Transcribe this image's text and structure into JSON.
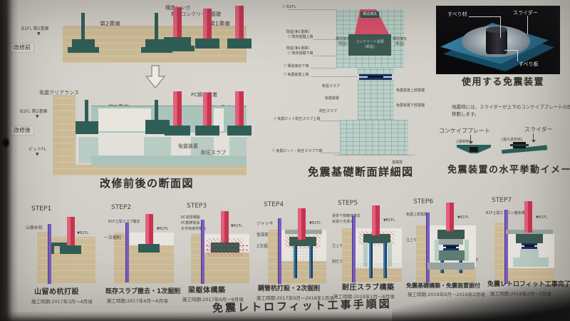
{
  "colors": {
    "poster_bg": "#d2cfc9",
    "soil_tan": "#cdbb97",
    "slab_teal": "#abc4bb",
    "foundation_dark_teal": "#2f5e56",
    "brick_red": "#c8344f",
    "pile_purple": "#7a5cc2",
    "steel_pile_blue": "#2c6090",
    "device_navy": "#17336b",
    "photo_plate_blue": "#2e7296"
  },
  "sec1": {
    "caption": "改修前後の断面図",
    "before": {
      "state": "改修前",
      "b1fl": "B1FL 第2書庫",
      "marker": "▼",
      "w2": "第2書庫",
      "w1": "第1書庫",
      "note1": "構造レンガ",
      "note2": "無筋コンクリート基礎"
    },
    "after": {
      "state": "改修後",
      "b1fl": "B1FL 第2書庫",
      "marker": "▼",
      "pitfl": "ピットFL",
      "clearance": "免震クリアランス",
      "pc": "PC鋼棒圧着",
      "w2": "第2書庫",
      "w1": "第1書庫",
      "device": "免震装置",
      "slab": "耐圧スラブ"
    }
  },
  "sec2": {
    "caption": "免震基礎断面詳細図",
    "l1": "▽ B1FL",
    "l2a": "既設(第1書庫)",
    "l2b": "▽ 既存基礎上端",
    "l3a": "既設(第1書庫)",
    "l3b": "▽ 既存基礎下端",
    "l4": "▽ 構造煉瓦下端",
    "l5": "▽ 免震装置上端",
    "l6": "▽ 免震ピット耐圧スラブ上端",
    "l7": "▽ 免震ピット・耐圧スラブ下端",
    "m1": "新設スラブ",
    "m2": "免震装置",
    "m3": "耐圧スラブ",
    "r1": "免震装置上部基礎",
    "r2": "免震装置下部基礎",
    "r3": "基礎梁",
    "cap_tag": "構造煉瓦",
    "beam1": "コンクリート受梁",
    "beam2": "(新設)",
    "side_l1": "構造煉瓦",
    "side_l2": "(既設)",
    "side_r1": "構造煉瓦",
    "side_r2": "(新設)"
  },
  "sec3": {
    "photo_caption": "使用する免震装置",
    "lbl_material": "すべり材",
    "lbl_slider": "スライダー",
    "lbl_plate": "すべり板",
    "note1": "地震時には、スライダーが上下のコンケイブプレートの間で振り子のように",
    "note2": "移動します。",
    "concave": "コンケイブプレート",
    "slider2": "スライダー",
    "normal": "[通常時]",
    "max": "[最大変形時]",
    "caption": "免震装置の水平挙動イメージ図"
  },
  "steps": {
    "title": "免震レトロフィット工事手順図",
    "items": [
      {
        "step": "STEP1",
        "name": "山留め杭打設",
        "period": "施工時期:2017年3月〜4月頃",
        "l1": "山留め杭",
        "fl": "▼B1FL"
      },
      {
        "step": "STEP2",
        "name": "既存スラブ撤去・1次掘削",
        "period": "施工時期:2017年4月〜6月頃",
        "l1": "B1F土間スラブ撤去",
        "l2": "一次掘削",
        "fl": "▼B1FL"
      },
      {
        "step": "STEP3",
        "name": "梁躯体構築",
        "period": "施工時期:2017年6月〜9月頃",
        "l1": "RC受梁構築",
        "l2": "PC鋼棒緊張",
        "l3": "水平拘束材構築",
        "fl": "▼B1FL"
      },
      {
        "step": "STEP4",
        "name": "鋼管杭打設・2次掘削",
        "period": "施工時期:2017年9月〜2018年1月頃",
        "l1": "ジャッキ",
        "l2": "仮設鋼管杭",
        "l3": "2次掘削",
        "fl": "▼B1FL"
      },
      {
        "step": "STEP5",
        "name": "耐圧スラブ構築",
        "period": "施工時期:2018年1月〜8月頃",
        "l1": "受梁下部躯体撤去",
        "l2": "仮受け支保工",
        "l3": "立上り躯体構築",
        "l4": "耐圧スラブ構築",
        "fl": "▼B1FL"
      },
      {
        "step": "STEP6",
        "name": "免震基礎構築・免震装置据付",
        "period": "施工時期:2018年8月〜2019年2月頃",
        "l1": "免震上部基礎",
        "l2": "立上り躯体構築",
        "l3": "免震装置据付",
        "l4": "免震下部基礎",
        "l5": "仮設鋼管杭切断",
        "fl": "▼B1FL"
      },
      {
        "step": "STEP7",
        "name": "免震レトロフィット工事完了",
        "period": "施工時期:2019年2月〜5月頃",
        "l1": "B1F土間エプロン躯体構築",
        "fl": "▼B1FL"
      }
    ]
  }
}
